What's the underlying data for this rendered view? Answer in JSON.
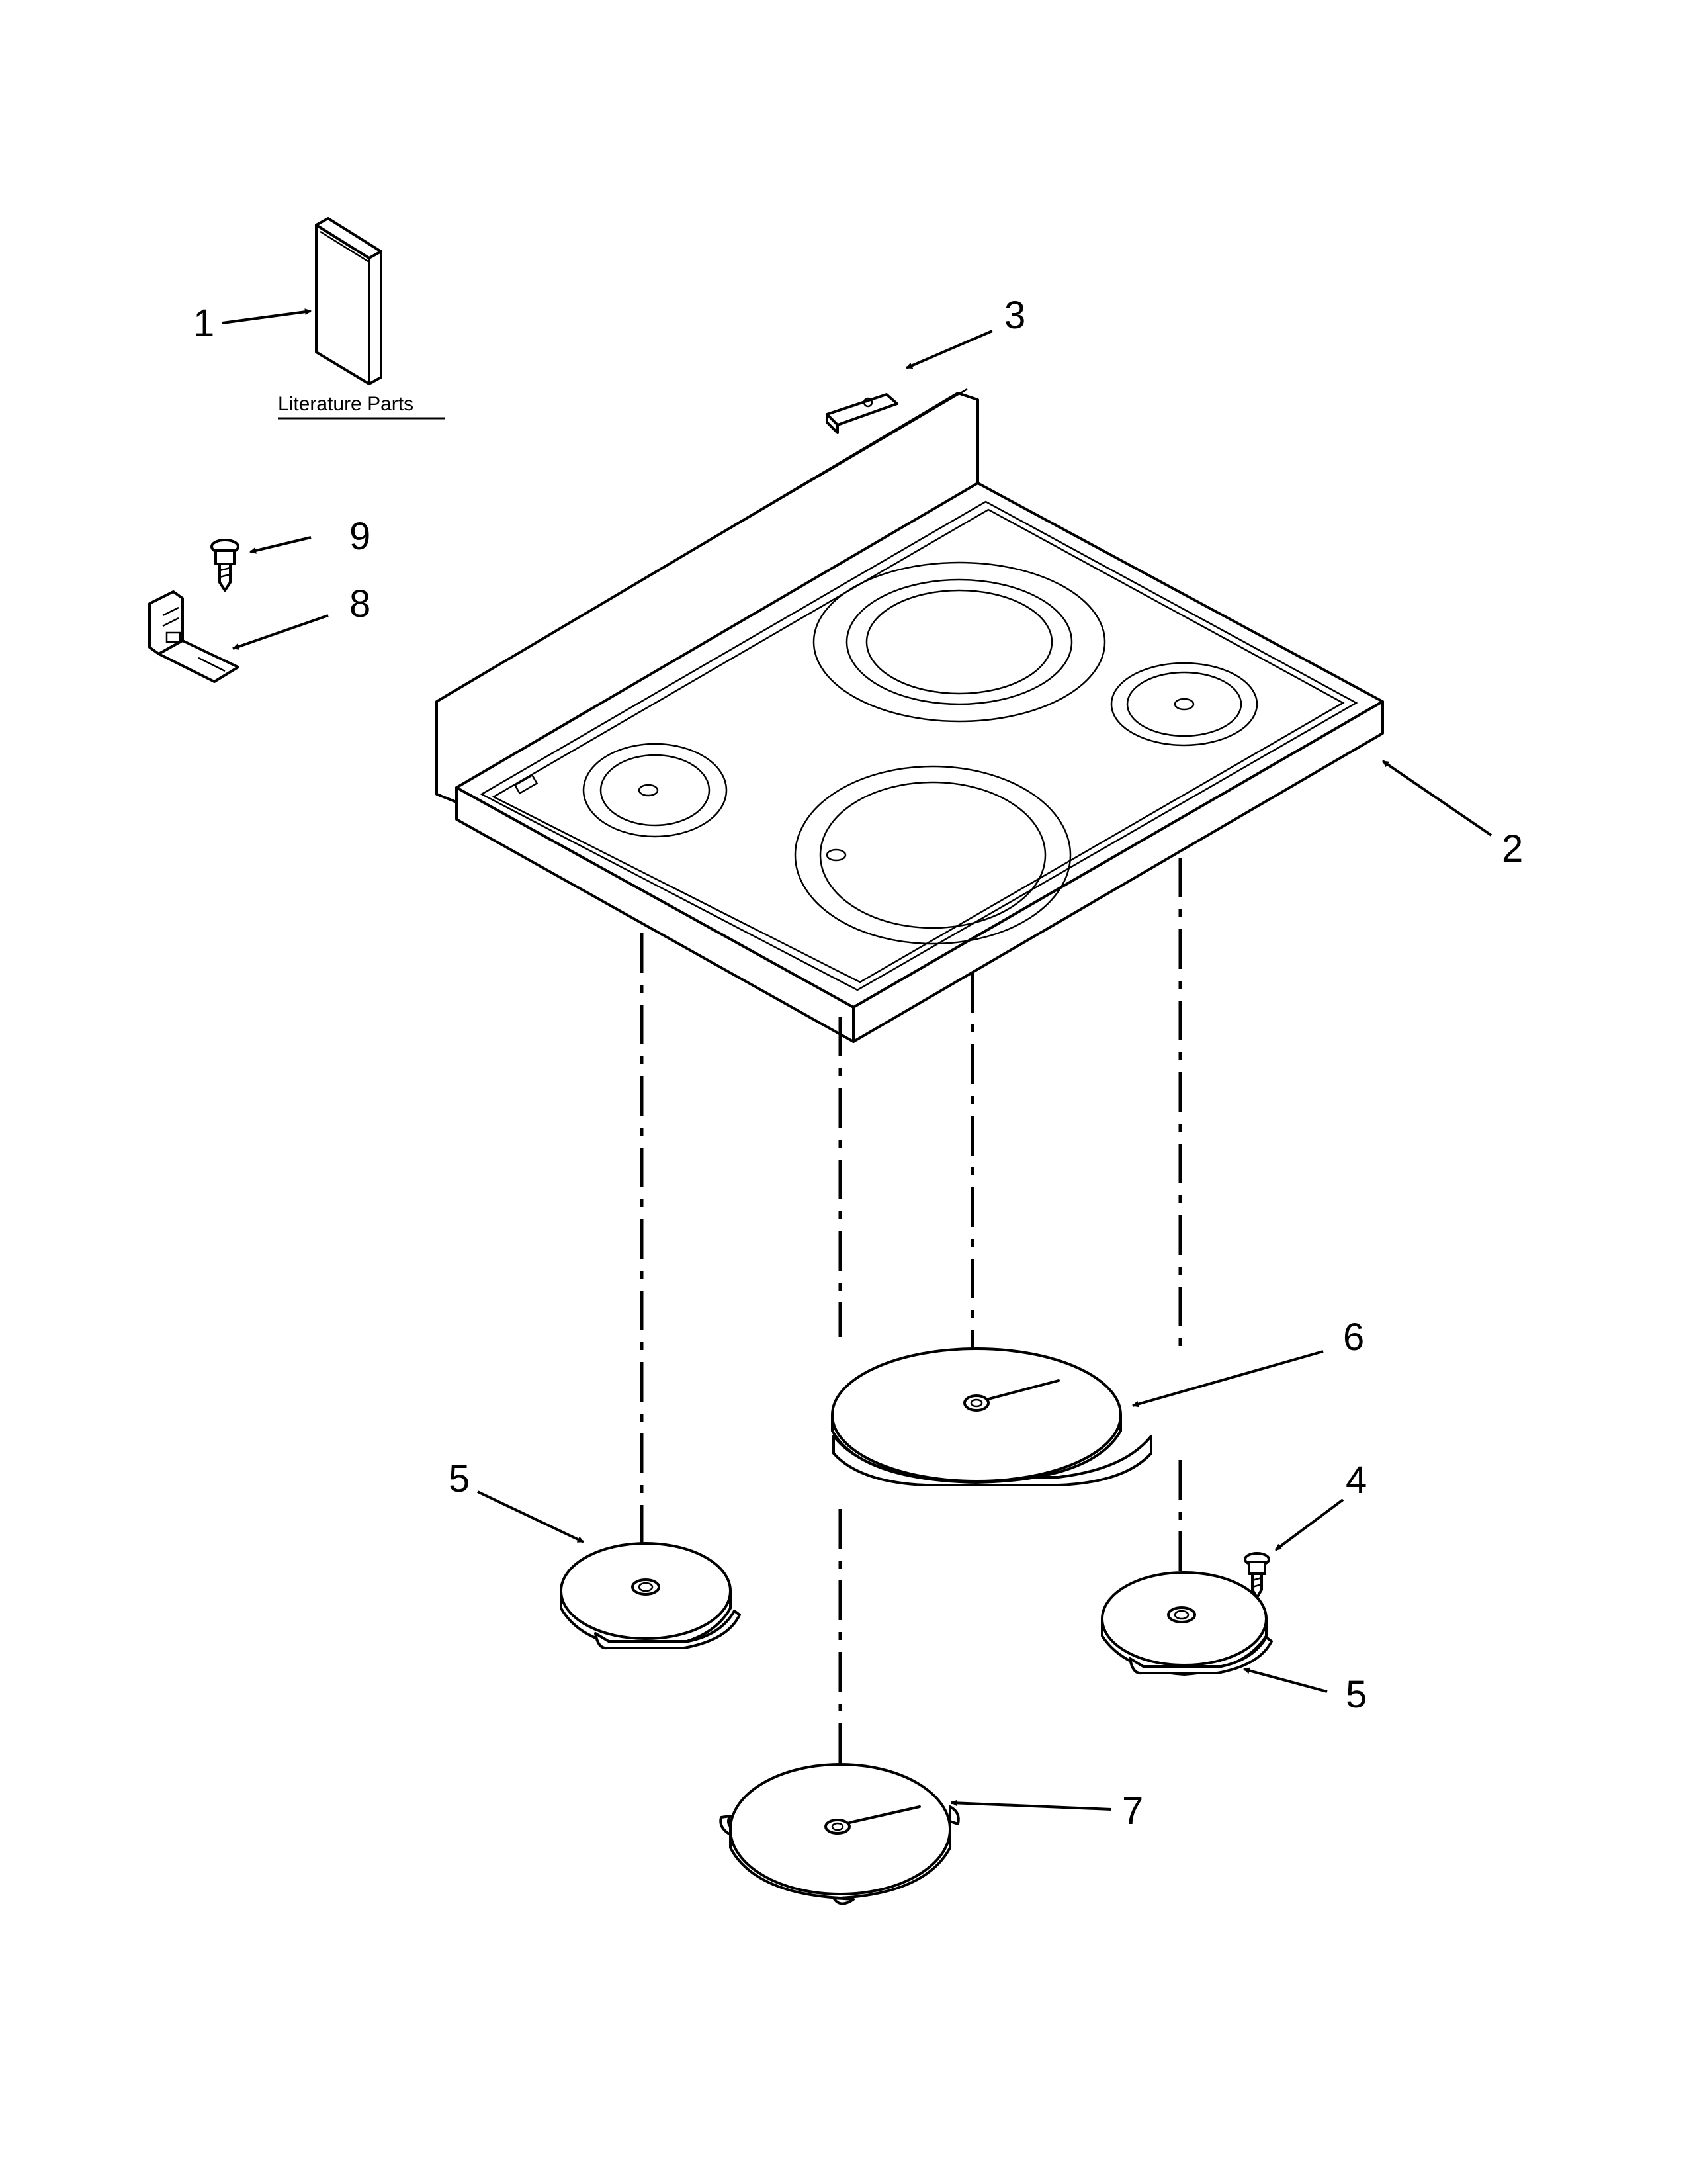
{
  "callouts": {
    "c1": "1",
    "c2": "2",
    "c3": "3",
    "c4": "4",
    "c5a": "5",
    "c5b": "5",
    "c6": "6",
    "c7": "7",
    "c8": "8",
    "c9": "9"
  },
  "literature_label": "Literature Parts"
}
